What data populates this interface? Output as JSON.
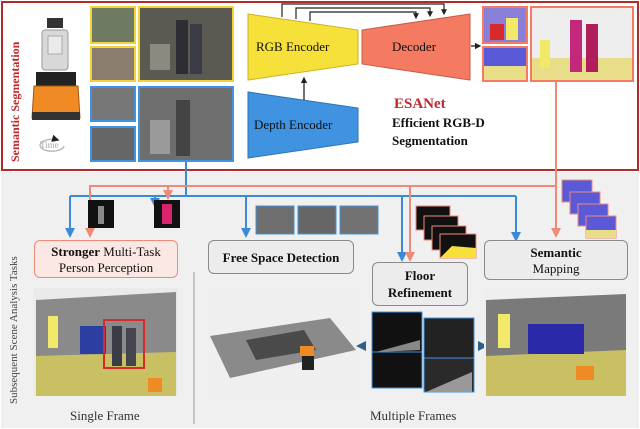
{
  "panels": {
    "top_label": "Semantic Segmentation",
    "bottom_label": "Subsequent Scene Analysis Tasks"
  },
  "network": {
    "rgb_encoder": "RGB Encoder",
    "depth_encoder": "Depth Encoder",
    "decoder": "Decoder",
    "name": "ESANet",
    "subtitle_line1": "Efficient RGB-D",
    "subtitle_line2": "Segmentation"
  },
  "time_label": "Time",
  "tasks": {
    "person": {
      "bold": "Stronger",
      "rest": " Multi-Task",
      "line2": "Person Perception"
    },
    "free_space": "Free Space Detection",
    "floor_line1": "Floor",
    "floor_line2": "Refinement",
    "semantic_line1": "Semantic",
    "semantic_line2": "Mapping"
  },
  "footer": {
    "single": "Single Frame",
    "multiple": "Multiple Frames"
  },
  "colors": {
    "rgb_encoder": "#f6e03a",
    "depth_encoder": "#3f93e0",
    "decoder": "#f47a62",
    "top_border": "#b22a2a",
    "top_label": "#c0262a",
    "esanet": "#c0262a",
    "blue_arrow": "#3b8ad8",
    "salmon_arrow": "#ef8a78",
    "rgb_frame": "#f2d43a",
    "depth_frame": "#3f93e0",
    "bottom_bg": "#f0f0f0",
    "person_box_border": "#ef8a78"
  }
}
